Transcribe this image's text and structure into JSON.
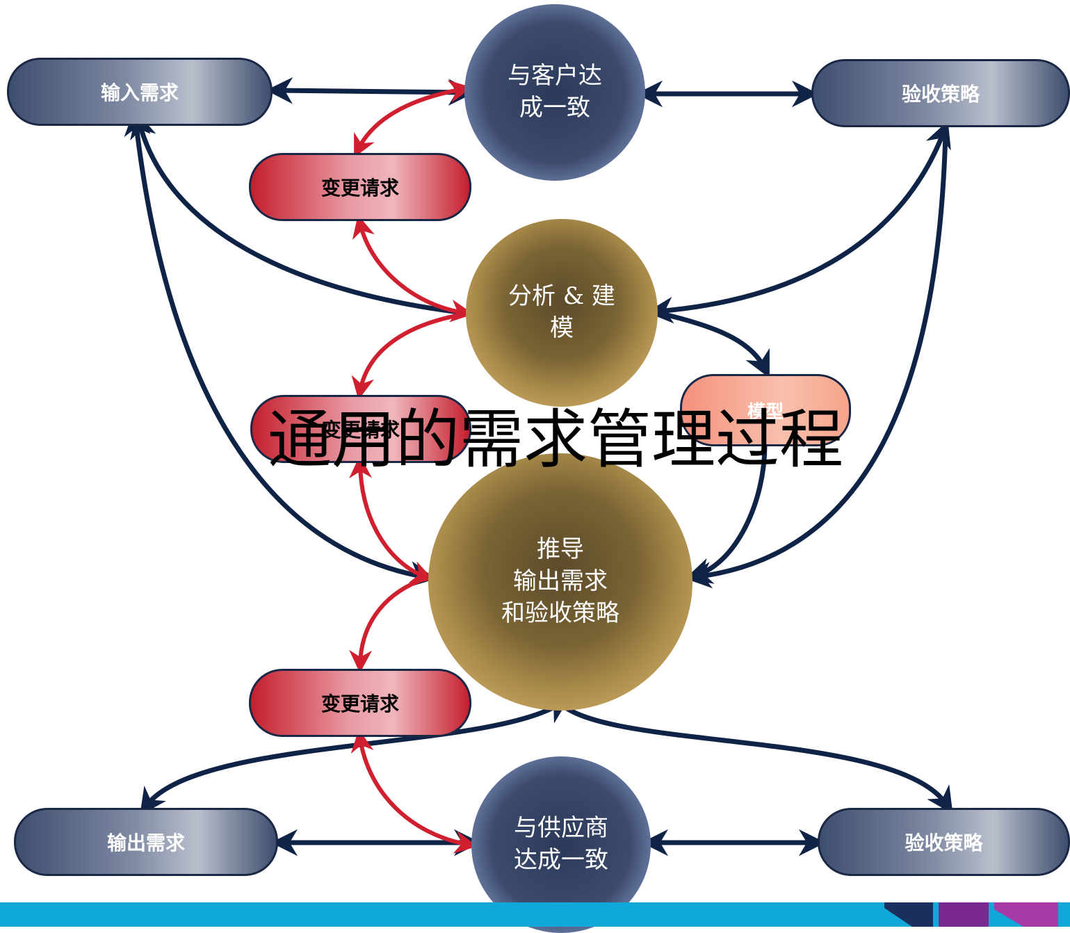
{
  "title": "通用的需求管理过程",
  "nodes": {
    "input_req": "输入需求",
    "accept_top": "验收策略",
    "agree_customer": "与客户达\n成一致",
    "change_req_1": "变更请求",
    "analysis": "分析 & 建\n模",
    "change_req_2": "变更请求",
    "model": "模型",
    "derive": "推导\n输出需求\n和验收策略",
    "change_req_3": "变更请求",
    "output_req": "输出需求",
    "agree_supplier": "与供应商\n达成一致",
    "accept_bottom": "验收策略"
  },
  "colors": {
    "navy_arrow": "#0f2347",
    "red_arrow": "#d01f2e",
    "footer": "#0fa8d8"
  }
}
